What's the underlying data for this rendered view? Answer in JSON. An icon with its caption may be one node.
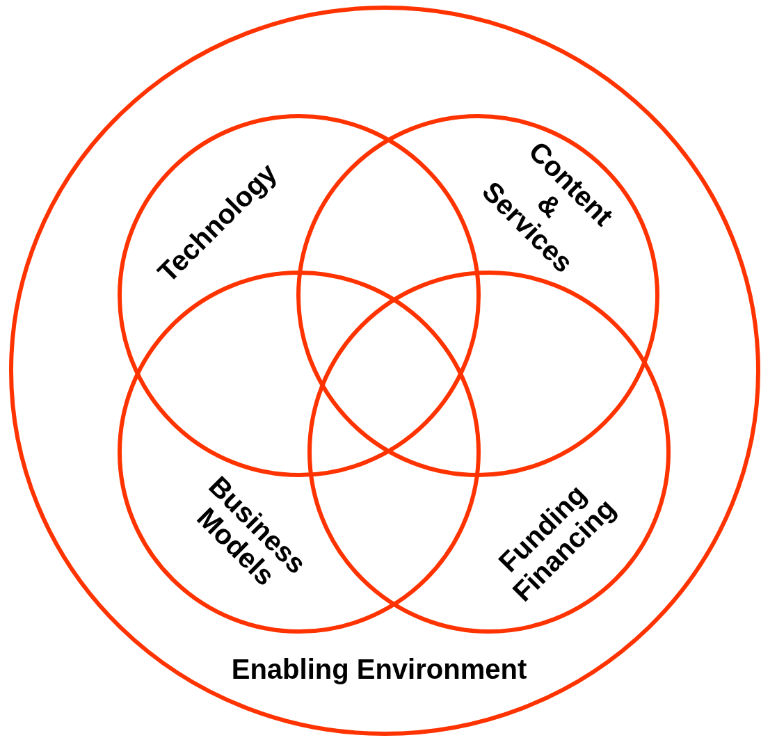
{
  "diagram": {
    "nodes": [
      {
        "text": [
          "Enabling Environment"
        ]
      },
      {
        "text": [
          "Technology"
        ],
        "in": 0
      },
      {
        "text": [
          "Content & Services"
        ],
        "in": 0
      },
      {
        "text": [
          "Business Models"
        ],
        "in": 0
      },
      {
        "text": [
          "Funding Financing"
        ],
        "in": 0
      }
    ],
    "edges": []
  }
}
